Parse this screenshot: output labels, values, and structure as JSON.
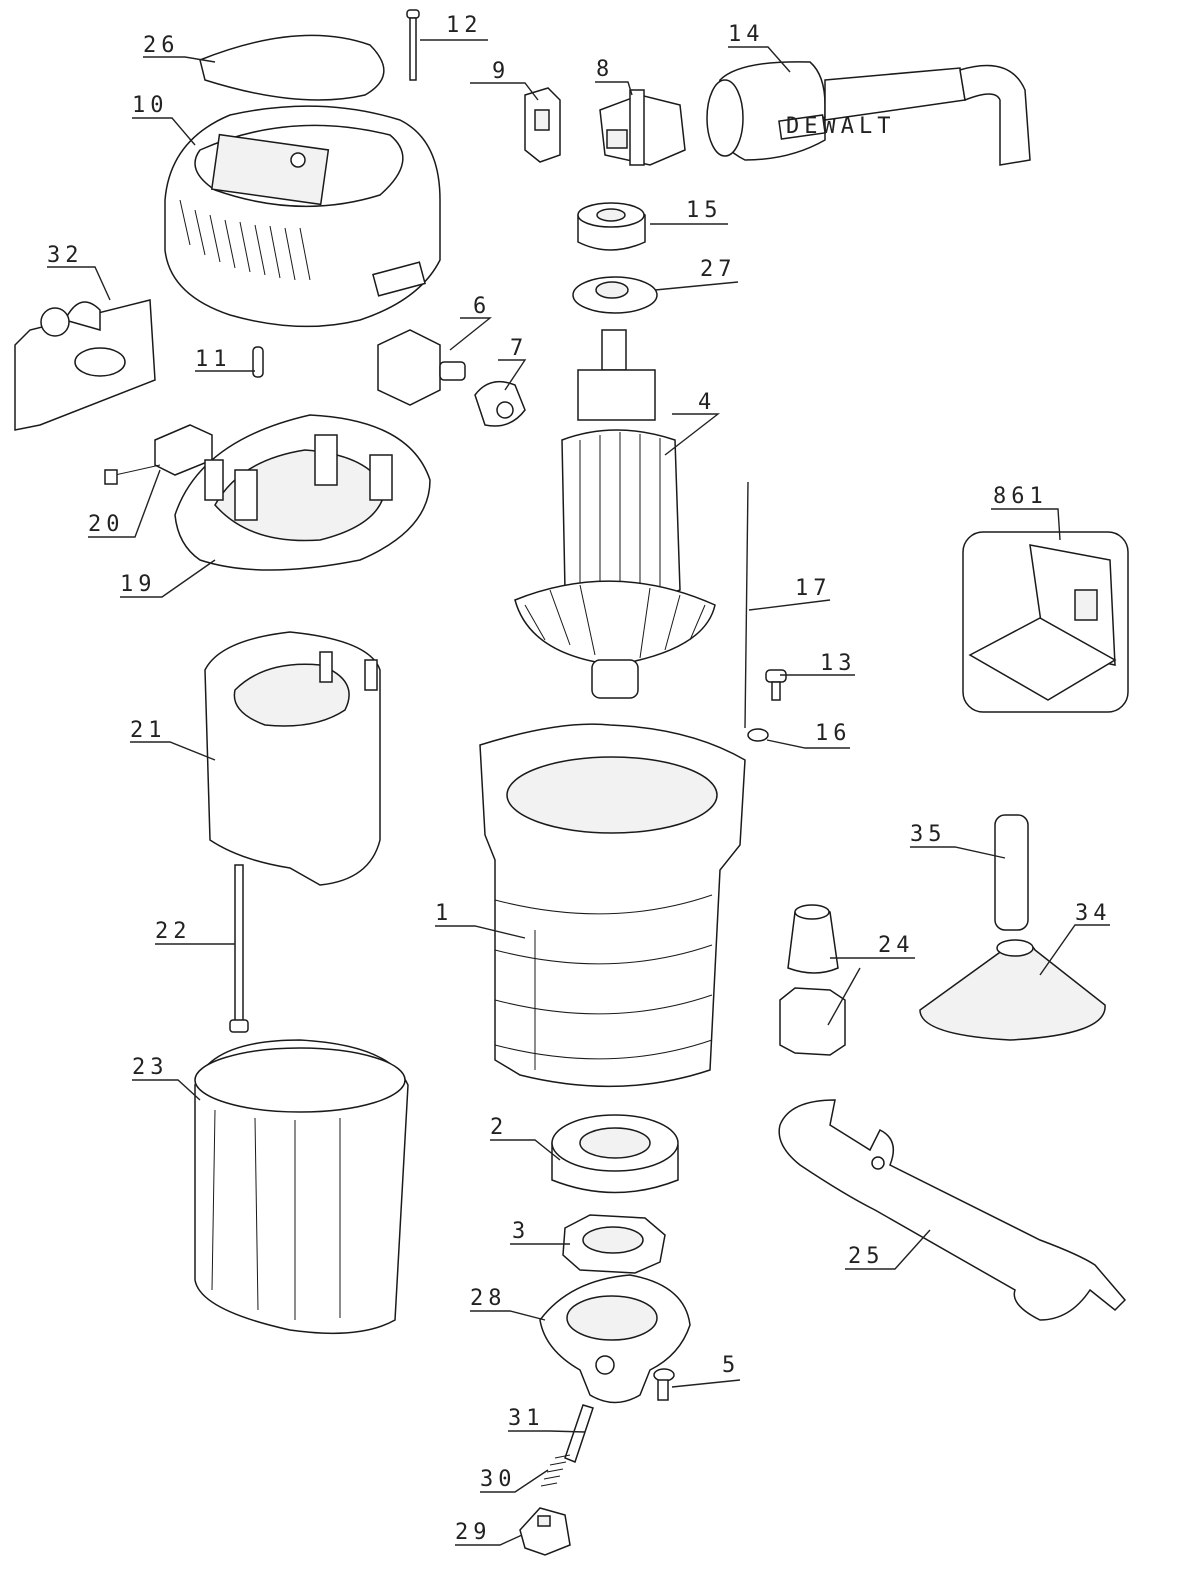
{
  "diagram": {
    "callouts": [
      {
        "id": "c1",
        "text": "1"
      },
      {
        "id": "c2",
        "text": "2"
      },
      {
        "id": "c3",
        "text": "3"
      },
      {
        "id": "c4",
        "text": "4"
      },
      {
        "id": "c5",
        "text": "5"
      },
      {
        "id": "c6",
        "text": "6"
      },
      {
        "id": "c7",
        "text": "7"
      },
      {
        "id": "c8",
        "text": "8"
      },
      {
        "id": "c9",
        "text": "9"
      },
      {
        "id": "c10",
        "text": "10"
      },
      {
        "id": "c11",
        "text": "11"
      },
      {
        "id": "c12",
        "text": "12"
      },
      {
        "id": "c13",
        "text": "13"
      },
      {
        "id": "c14",
        "text": "14"
      },
      {
        "id": "c15",
        "text": "15"
      },
      {
        "id": "c16",
        "text": "16"
      },
      {
        "id": "c17",
        "text": "17"
      },
      {
        "id": "c19",
        "text": "19"
      },
      {
        "id": "c20",
        "text": "20"
      },
      {
        "id": "c21",
        "text": "21"
      },
      {
        "id": "c22",
        "text": "22"
      },
      {
        "id": "c23",
        "text": "23"
      },
      {
        "id": "c24",
        "text": "24"
      },
      {
        "id": "c25",
        "text": "25"
      },
      {
        "id": "c26",
        "text": "26"
      },
      {
        "id": "c27",
        "text": "27"
      },
      {
        "id": "c28",
        "text": "28"
      },
      {
        "id": "c29",
        "text": "29"
      },
      {
        "id": "c30",
        "text": "30"
      },
      {
        "id": "c31",
        "text": "31"
      },
      {
        "id": "c32",
        "text": "32"
      },
      {
        "id": "c34",
        "text": "34"
      },
      {
        "id": "c35",
        "text": "35"
      },
      {
        "id": "c861",
        "text": "861"
      }
    ],
    "brand_badge": "DEWALT"
  }
}
